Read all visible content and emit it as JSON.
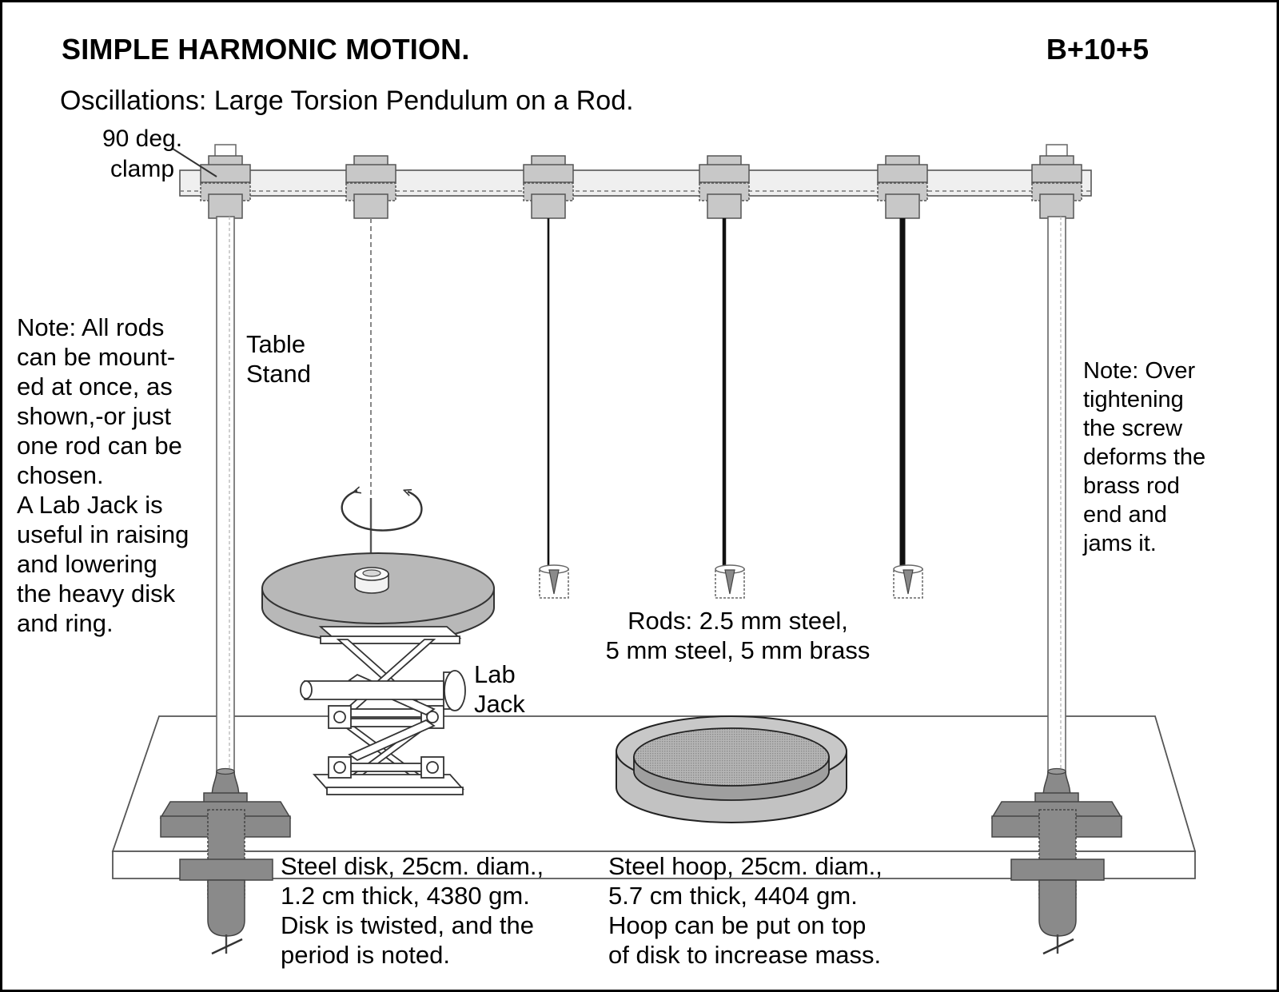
{
  "header": {
    "title": "SIMPLE HARMONIC MOTION.",
    "code": "B+10+5",
    "subtitle": "Oscillations: Large Torsion Pendulum on a Rod."
  },
  "labels": {
    "clamp": {
      "line1": "90 deg.",
      "line2": "clamp"
    },
    "table_stand": {
      "line1": "Table",
      "line2": "Stand"
    },
    "lab_jack": {
      "line1": "Lab",
      "line2": "Jack"
    },
    "rods": {
      "line1": "Rods: 2.5 mm steel,",
      "line2": "5 mm steel, 5 mm brass"
    }
  },
  "notes": {
    "left": {
      "lines": [
        "Note:  All rods",
        "can be mount-",
        "ed at once, as",
        "shown,-or just",
        "one rod can be",
        "chosen.",
        "A Lab Jack is",
        "useful in raising",
        "and lowering",
        "the heavy disk",
        "and ring."
      ]
    },
    "right": {
      "lines": [
        "Note: Over",
        "tightening",
        "the screw",
        "deforms the",
        "brass rod",
        "end and",
        "jams it."
      ]
    }
  },
  "captions": {
    "disk": {
      "lines": [
        "Steel disk, 25cm. diam.,",
        "1.2 cm thick, 4380 gm.",
        "Disk is twisted, and the",
        "period is noted."
      ]
    },
    "hoop": {
      "lines": [
        "Steel hoop, 25cm. diam.,",
        "5.7 cm thick, 4404 gm.",
        "Hoop can be put on top",
        "of disk to increase mass."
      ]
    }
  },
  "apparatus": {
    "clamp_count": 6,
    "clamp_positions_x": [
      278,
      460,
      682,
      902,
      1125,
      1318
    ],
    "rod_descriptions": [
      "table-stand-post-left",
      "thin-rod-with-disk",
      "rod-2.5mm-steel",
      "rod-5mm-steel",
      "rod-5mm-brass",
      "table-stand-post-right"
    ]
  },
  "colors": {
    "ink": "#000000",
    "metal_light": "#c8c8c8",
    "metal_mid": "#a8a8a8",
    "metal_dark": "#808080",
    "background": "#ffffff"
  }
}
